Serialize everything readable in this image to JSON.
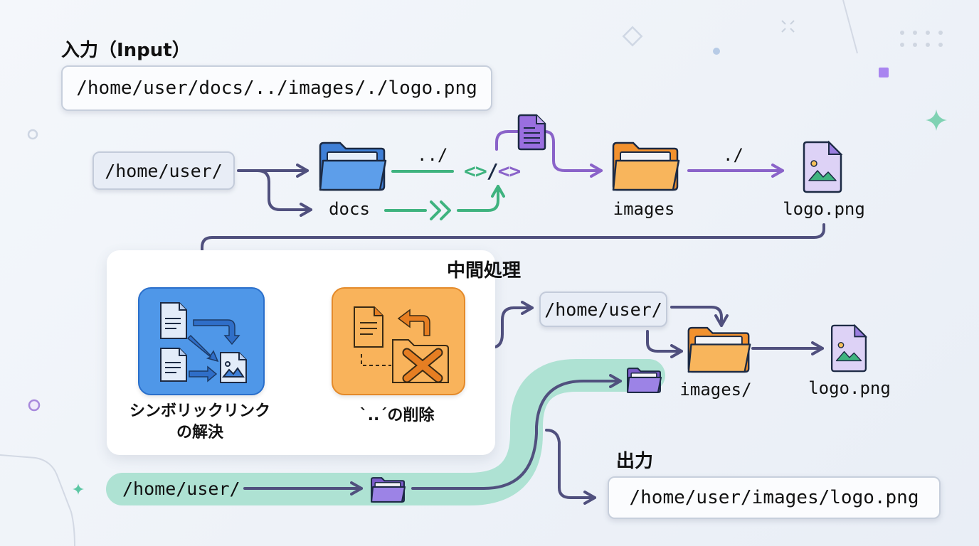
{
  "colors": {
    "arrow_purple": "#50507e",
    "violet": "#8a63c9",
    "green": "#3fb37f",
    "teal_band": "#aee2d3",
    "blue_tile": "#4f97e8",
    "orange_tile": "#f9b35b",
    "folder_orange": "#f8b55c",
    "folder_blue": "#4f8fe0",
    "file_lavender": "#ddd2f6"
  },
  "input": {
    "heading": "入力（Input）",
    "path": "/home/user/docs/../images/./logo.png"
  },
  "top_flow": {
    "start_chip": "/home/user/",
    "docs_folder": {
      "icon": "folder-icon",
      "label": "docs"
    },
    "parent_segment": "../",
    "code_glyph": "<>/<>",
    "file_icon": "document-icon",
    "images_folder": {
      "icon": "folder-icon",
      "label": "images"
    },
    "current_segment": "./",
    "logo_file": {
      "icon": "image-file-icon",
      "label": "logo.png"
    }
  },
  "processing": {
    "heading": "中間処理",
    "steps": [
      {
        "icon": "symlink-resolve-icon",
        "label_line1": "シンボリックリンク",
        "label_line2": "の解決"
      },
      {
        "icon": "remove-dotdot-icon",
        "label": "`..´の削除"
      }
    ]
  },
  "resolved_flow": {
    "chip": "/home/user/",
    "images_folder": {
      "icon": "folder-icon",
      "label": "images/"
    },
    "logo_file": {
      "icon": "image-file-icon",
      "label": "logo.png"
    }
  },
  "band": {
    "start_text": "/home/user/",
    "folder_icon_1": "folder-icon",
    "folder_icon_2": "folder-icon"
  },
  "output": {
    "heading": "出力",
    "path": "/home/user/images/logo.png"
  },
  "decorations": [
    "diamond-outline",
    "dot",
    "sparkle-cross",
    "dot-grid",
    "purple-square",
    "green-star",
    "small-circle",
    "purple-circle",
    "small-green-star",
    "diagonal-line",
    "curved-line"
  ]
}
